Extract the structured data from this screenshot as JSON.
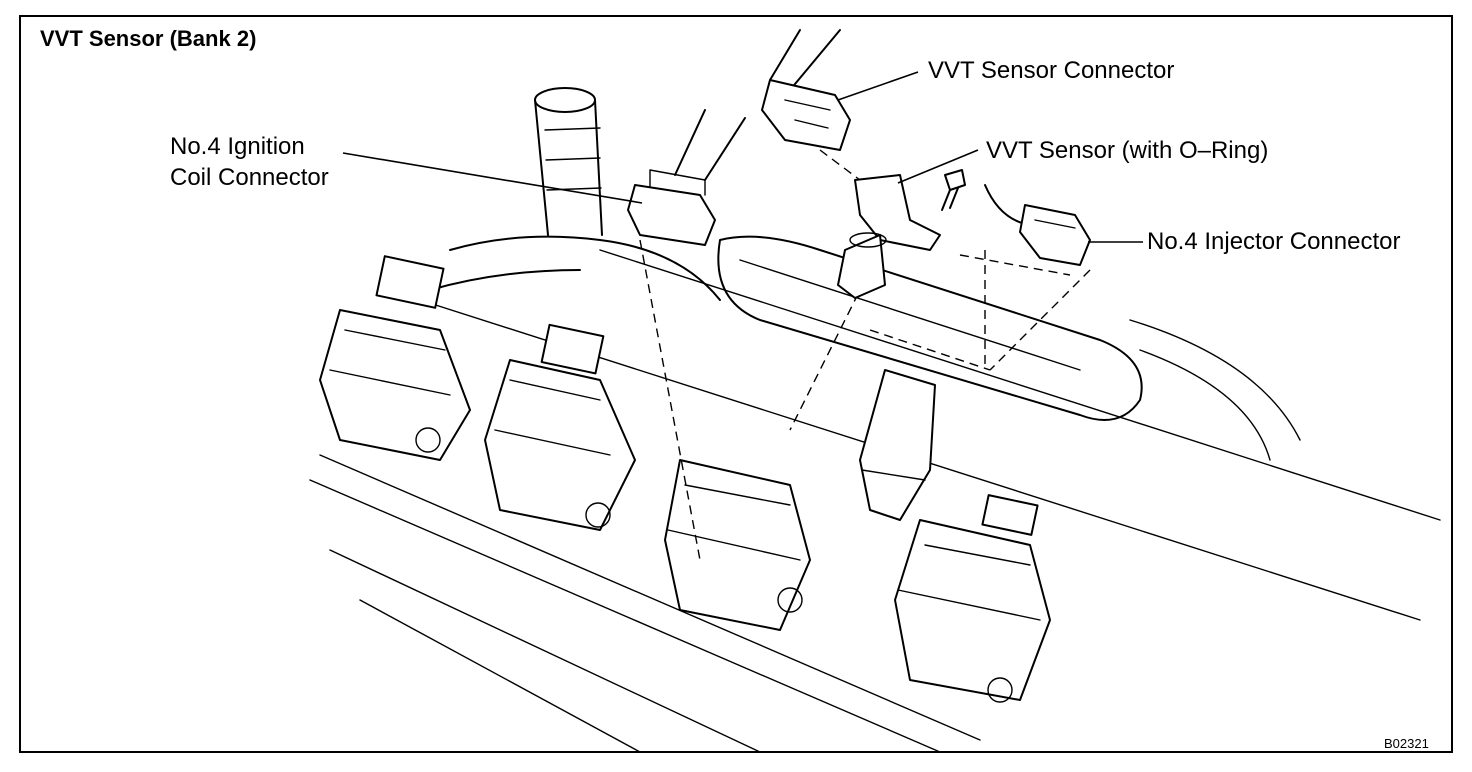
{
  "title": "VVT Sensor (Bank 2)",
  "labels": {
    "vvt_sensor_connector": "VVT Sensor Connector",
    "ignition_coil_connector_line1": "No.4 Ignition",
    "ignition_coil_connector_line2": "Coil Connector",
    "vvt_sensor": "VVT Sensor (with O–Ring)",
    "injector_connector": "No.4 Injector Connector"
  },
  "figure_code": "B02321"
}
